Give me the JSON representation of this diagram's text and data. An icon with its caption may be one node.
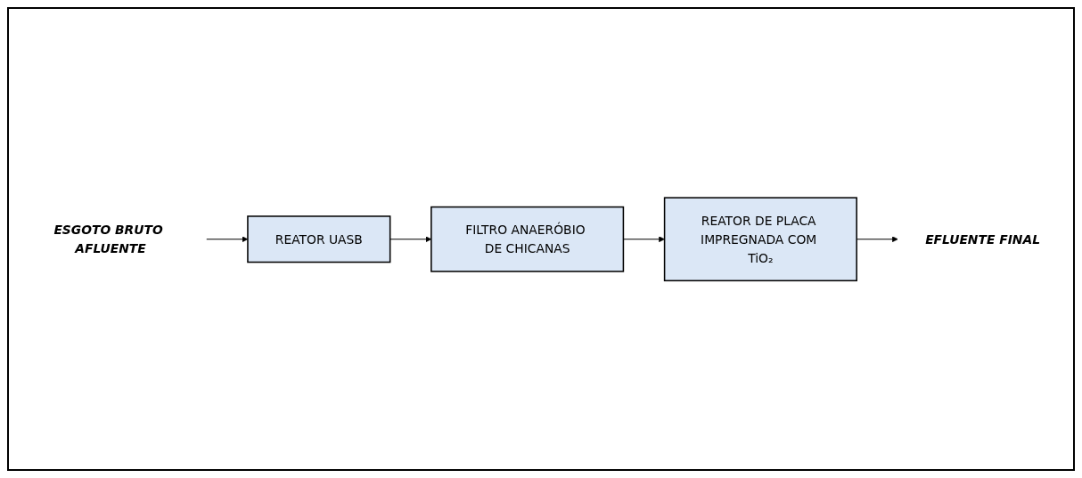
{
  "diagram": {
    "nodes": [
      {
        "text": [
          "ESGOTO BRUTO AFLUENTE"
        ]
      },
      {
        "text": [
          "REATOR UASB"
        ]
      },
      {
        "text": [
          "FILTRO ANAERÓBIO DE CHICANAS"
        ]
      },
      {
        "text": [
          "REATOR DE PLACA IMPREGNADA COM TiO₂"
        ]
      },
      {
        "text": [
          "EFLUENTE FINAL"
        ]
      }
    ],
    "edges": [
      {
        "from": 0,
        "to": 1,
        "arrow": "to"
      },
      {
        "from": 1,
        "to": 2,
        "arrow": "to"
      },
      {
        "from": 2,
        "to": 3,
        "arrow": "to"
      },
      {
        "from": 3,
        "to": 4,
        "arrow": "to"
      }
    ]
  }
}
